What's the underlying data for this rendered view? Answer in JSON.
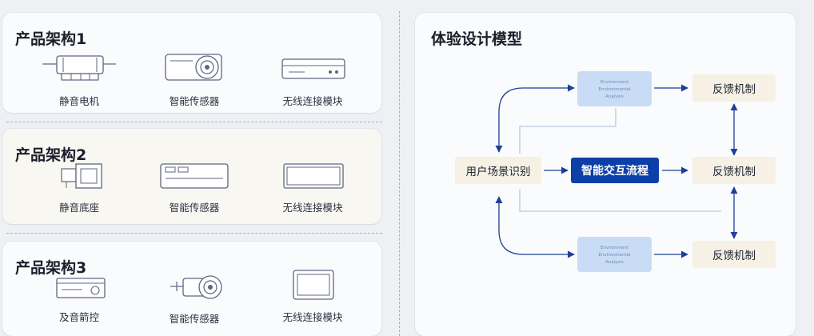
{
  "architectures": [
    {
      "title": "产品架构1",
      "items": [
        {
          "label": "静音电机",
          "icon": "motor-icon"
        },
        {
          "label": "智能传感器",
          "icon": "projector-sensor-icon"
        },
        {
          "label": "无线连接模块",
          "icon": "router-module-icon"
        }
      ]
    },
    {
      "title": "产品架构2",
      "items": [
        {
          "label": "静音底座",
          "icon": "base-unit-icon"
        },
        {
          "label": "智能传感器",
          "icon": "sensor-box-icon"
        },
        {
          "label": "无线连接模块",
          "icon": "panel-module-icon"
        }
      ]
    },
    {
      "title": "产品架构3",
      "items": [
        {
          "label": "及音箭控",
          "icon": "speaker-control-icon"
        },
        {
          "label": "智能传感器",
          "icon": "camera-sensor-icon"
        },
        {
          "label": "无线连接模块",
          "icon": "tablet-module-icon"
        }
      ]
    }
  ],
  "model": {
    "title": "体验设计模型",
    "input": "用户场景识别",
    "core": "智能交互流程",
    "top_box": [
      "Environment",
      "Environmental",
      "Analysis"
    ],
    "bottom_box": [
      "Environment",
      "Environmental",
      "Analysis"
    ],
    "feedback": [
      "反馈机制",
      "反馈机制",
      "反馈机制"
    ]
  },
  "colors": {
    "accent": "#0d3fa8",
    "arrow": "#1d3f96",
    "light_box": "#c9dcf6",
    "warm_box": "#f6f1e4"
  }
}
